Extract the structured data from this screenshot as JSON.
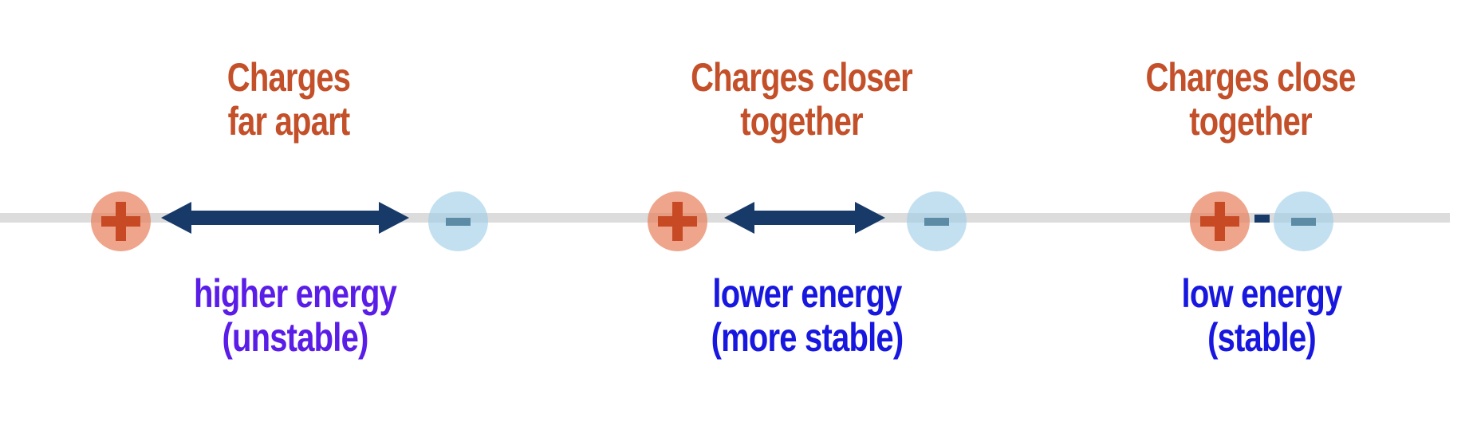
{
  "figure": {
    "background_color": "#ffffff",
    "axis_line_color": "#dcdcdc",
    "arrow_color": "#183a69",
    "dash_color": "#183a69",
    "title_color": "#c4502a",
    "positive_charge": {
      "symbol": "+",
      "fill": "rgba(232,130,95,0.72)",
      "symbol_color": "#c74a24"
    },
    "negative_charge": {
      "symbol": "-",
      "fill": "rgba(158,205,233,0.62)",
      "symbol_color": "#5c8ba6"
    },
    "panels": [
      {
        "title_line1": "Charges",
        "title_line2": "far apart",
        "caption_line1": "higher energy",
        "caption_line2": "(unstable)",
        "caption_color": "#5a1de8",
        "connector": "long-double-arrow"
      },
      {
        "title_line1": "Charges closer",
        "title_line2": "together",
        "caption_line1": "lower energy",
        "caption_line2": "(more stable)",
        "caption_color": "#1717e0",
        "connector": "short-double-arrow"
      },
      {
        "title_line1": "Charges close",
        "title_line2": "together",
        "caption_line1": "low energy",
        "caption_line2": "(stable)",
        "caption_color": "#1717e0",
        "connector": "dash"
      }
    ]
  }
}
